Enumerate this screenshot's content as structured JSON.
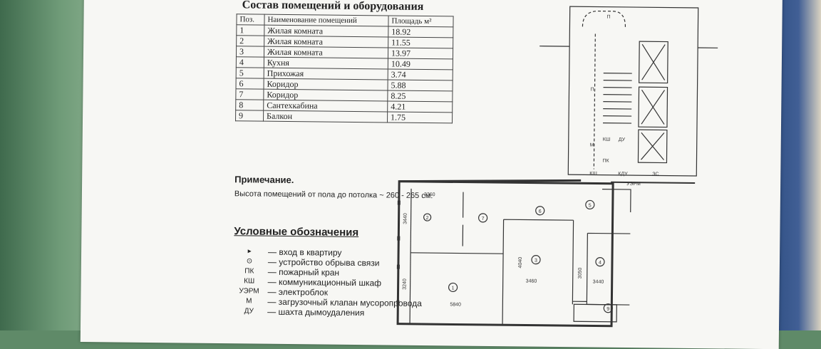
{
  "title": "Состав помещений и оборудования",
  "table": {
    "headers": [
      "Поз.",
      "Наименование помещений",
      "Площадь м²"
    ],
    "rows": [
      [
        "1",
        "Жилая комната",
        "18.92"
      ],
      [
        "2",
        "Жилая комната",
        "11.55"
      ],
      [
        "3",
        "Жилая комната",
        "13.97"
      ],
      [
        "4",
        "Кухня",
        "10.49"
      ],
      [
        "5",
        "Прихожая",
        "3.74"
      ],
      [
        "6",
        "Коридор",
        "5.88"
      ],
      [
        "7",
        "Коридор",
        "8.25"
      ],
      [
        "8",
        "Сантехкабина",
        "4.21"
      ],
      [
        "9",
        "Балкон",
        "1.75"
      ]
    ]
  },
  "note": {
    "title": "Примечание.",
    "text": "Высота помещений от пола до потолка ~ 260 - 265 см."
  },
  "legend": {
    "title": "Условные обозначения",
    "items": [
      {
        "symbol": "▸",
        "text": "— вход в квартиру"
      },
      {
        "symbol": "⊙",
        "text": "— устройство обрыва связи"
      },
      {
        "symbol": "ПК",
        "text": "— пожарный кран"
      },
      {
        "symbol": "КШ",
        "text": "— коммуникационный шкаф"
      },
      {
        "symbol": "УЭРМ",
        "text": "— электроблок"
      },
      {
        "symbol": "М",
        "text": "— загрузочный клапан мусоропровода"
      },
      {
        "symbol": "ДУ",
        "text": "— шахта дымоудаления"
      }
    ]
  },
  "plan": {
    "dimensions": [
      "3360",
      "3440",
      "3240",
      "5840",
      "4040",
      "3460",
      "3050",
      "3440"
    ],
    "room_markers": [
      "1",
      "2",
      "3",
      "4",
      "5",
      "6",
      "7",
      "9"
    ],
    "stair_labels": [
      "П",
      "П",
      "М",
      "КШ",
      "ДУ",
      "ПК",
      "КШ",
      "КДУ",
      "ЗС",
      "УЭРМ"
    ]
  }
}
